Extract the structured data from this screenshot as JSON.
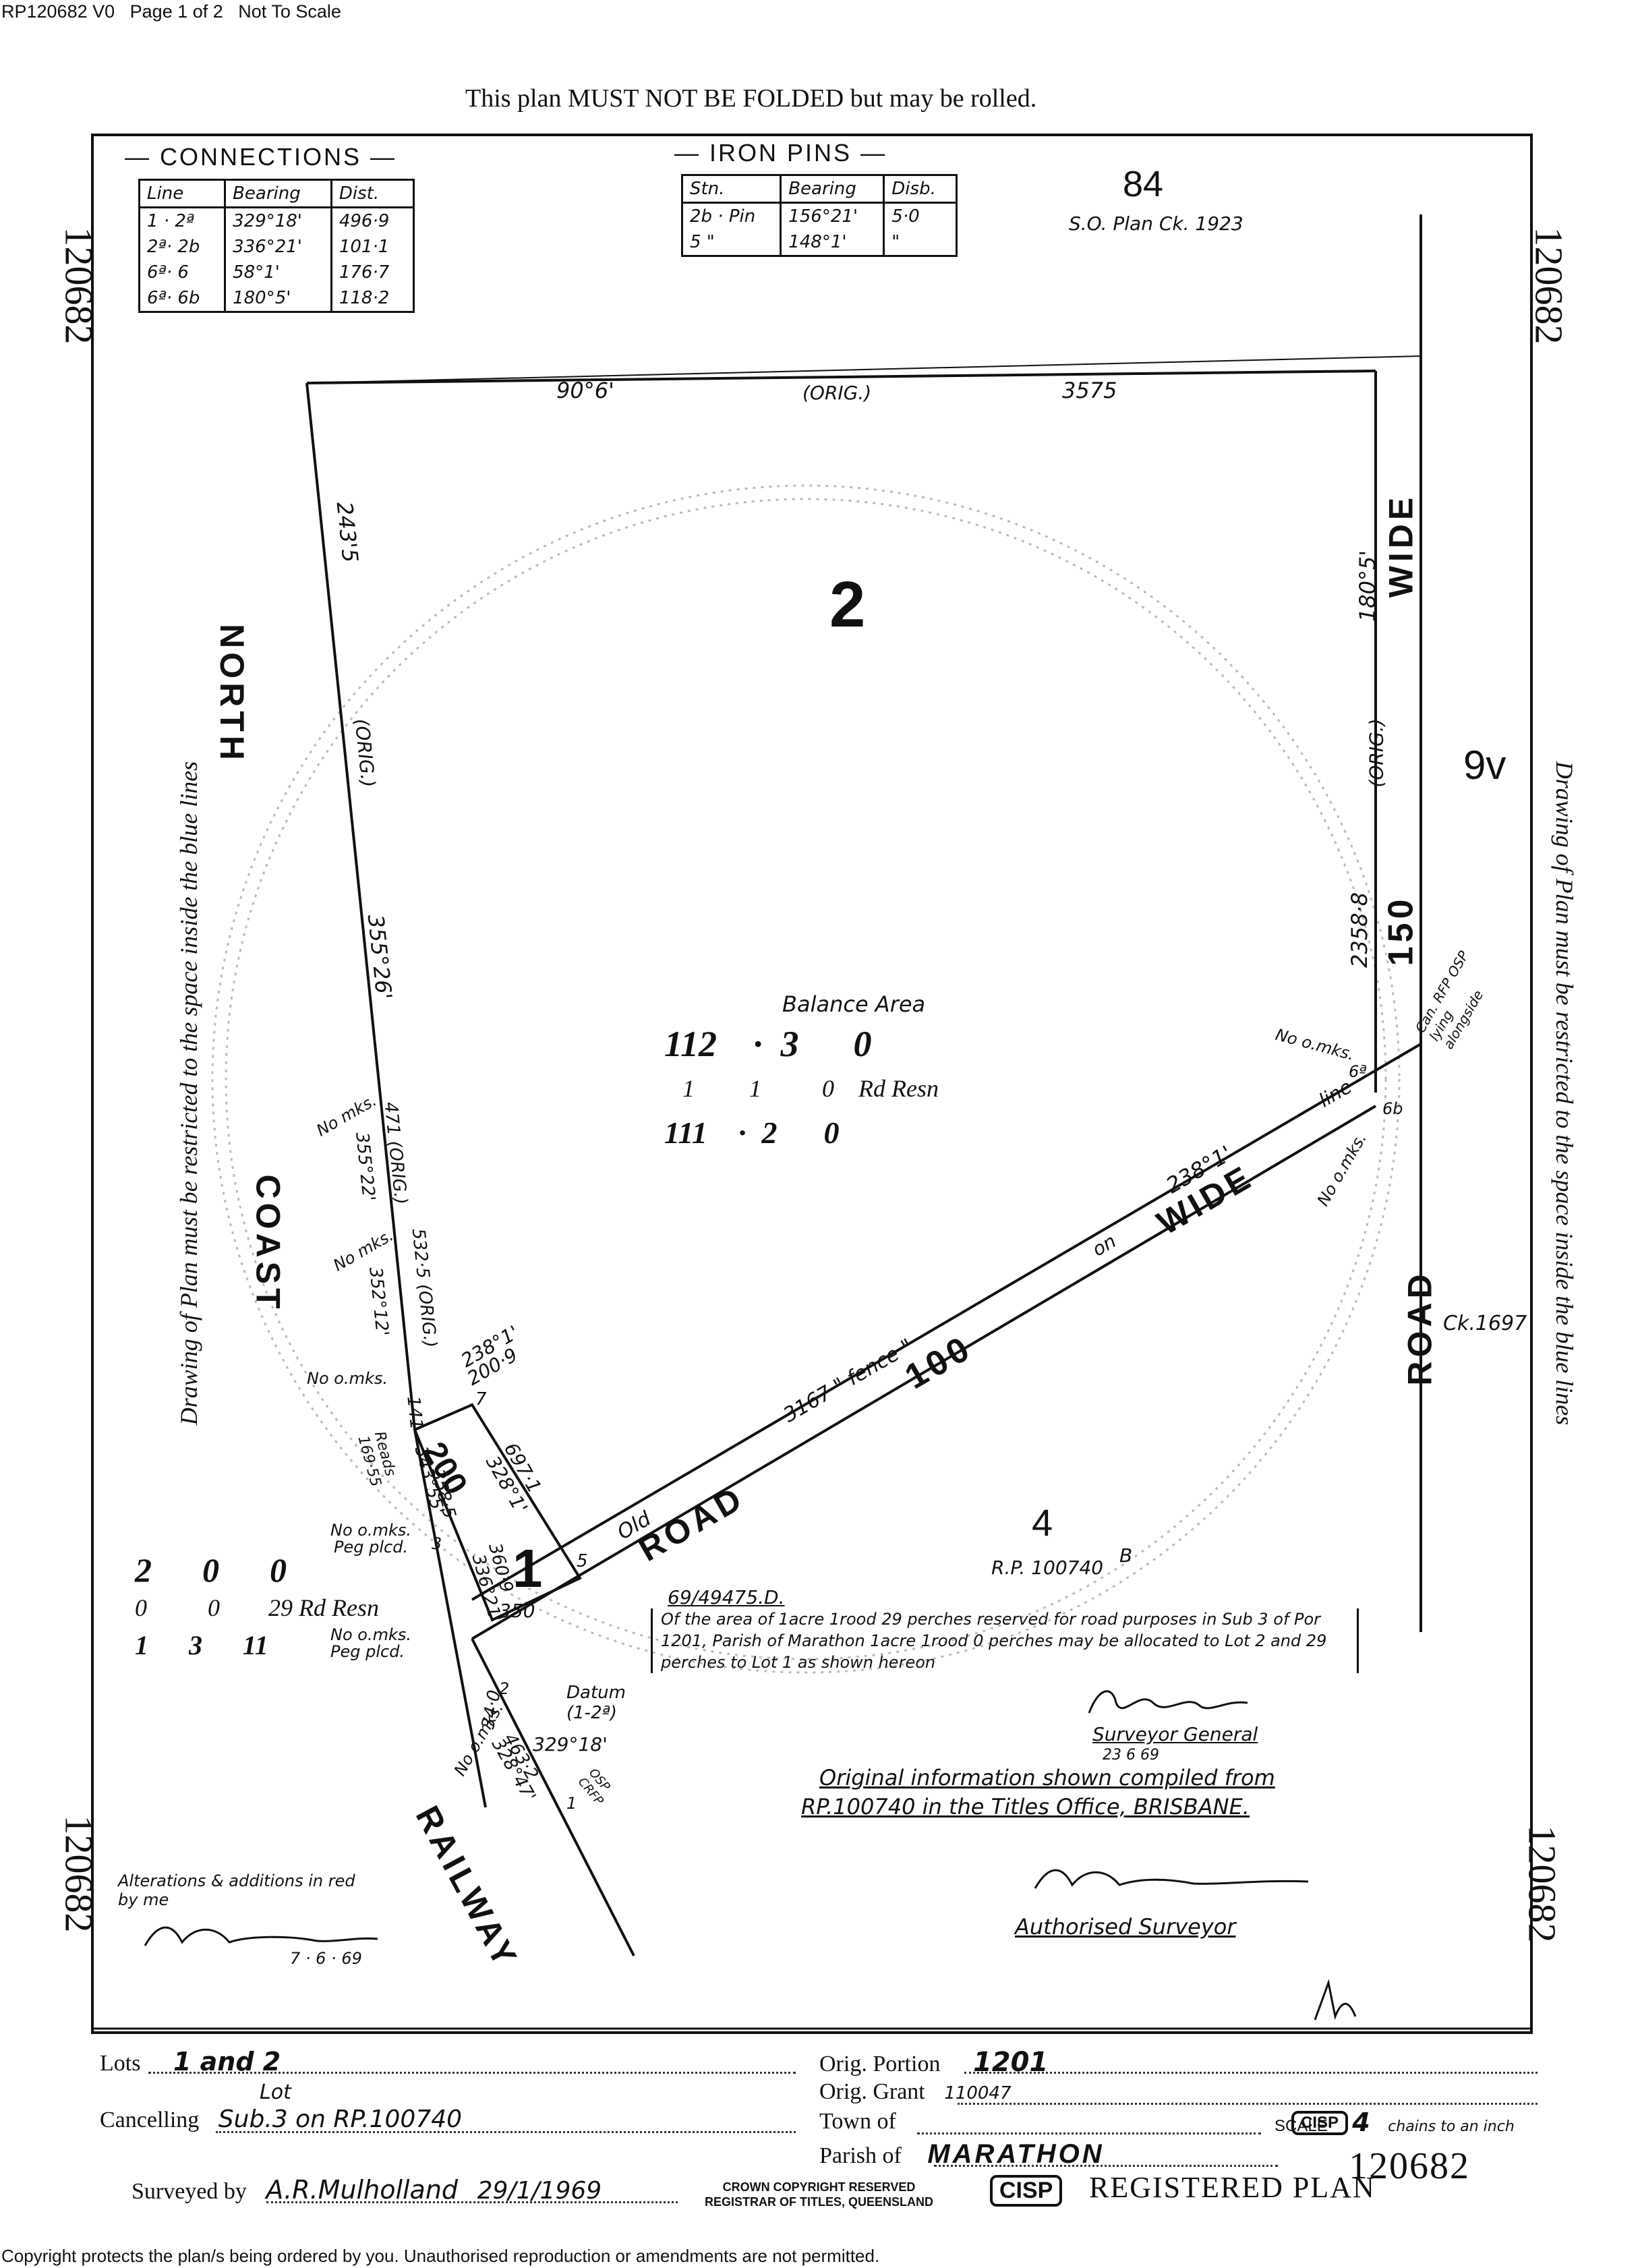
{
  "header": {
    "doc_id": "RP120682 V0",
    "page": "Page 1 of 2",
    "scale_note": "Not To Scale",
    "fold_note": "This plan MUST NOT BE FOLDED but may be rolled."
  },
  "footer": {
    "copyright": "Copyright protects the plan/s being ordered by you.  Unauthorised reproduction or amendments are not permitted."
  },
  "margins": {
    "left_note": "Drawing of Plan must be restricted to the space inside the blue lines",
    "right_note": "Drawing of Plan must be restricted to the space inside the blue lines",
    "plan_number": "120682"
  },
  "connections": {
    "title": "CONNECTIONS",
    "headers": [
      "Line",
      "Bearing",
      "Dist."
    ],
    "rows": [
      [
        "1 · 2ª",
        "329°18'",
        "496·9"
      ],
      [
        "2ª· 2b",
        "336°21'",
        "101·1"
      ],
      [
        "6ª· 6",
        "58°1'",
        "176·7"
      ],
      [
        "6ª· 6b",
        "180°5'",
        "118·2"
      ]
    ]
  },
  "iron_pins": {
    "title": "IRON PINS",
    "headers": [
      "Stn.",
      "Bearing",
      "Disb."
    ],
    "rows": [
      [
        "2b · Pin",
        "156°21'",
        "5·0"
      ],
      [
        "5   \"",
        "148°1'",
        "\""
      ]
    ]
  },
  "plan": {
    "lot_84": "84",
    "so_plan": "S.O. Plan Ck. 1923",
    "lot_2": "2",
    "lot_9v": "9v",
    "lot_4": "4",
    "rp_ref": "R.P. 100740",
    "ck_ref": "Ck.1697",
    "top_bearing": "90°6'",
    "top_orig": "(ORIG.)",
    "top_dist": "3575",
    "left_dist_1": "243'5",
    "left_orig": "(ORIG.)",
    "left_bearing_1": "355°26'",
    "right_bearing": "180°5'",
    "right_orig": "(ORIG.)",
    "right_dist": "2358·8",
    "north_road_1": "NORTH",
    "coast_road": "COAST",
    "railway": "RAILWAY",
    "road_150": "150",
    "wide_1": "WIDE",
    "road_right": "ROAD",
    "road_100": "100",
    "wide_2": "WIDE",
    "road_diag": "ROAD",
    "old": "Old",
    "fence_note": "3167  \"  fence  \"",
    "on_line": "on",
    "line_word": "line",
    "diag_bearing": "238°1'",
    "balance_title": "Balance Area",
    "balance_row1": [
      "112",
      "3",
      "0"
    ],
    "balance_row2": [
      "1",
      "1",
      "0",
      "Rd Resn"
    ],
    "balance_row3": [
      "111",
      "2",
      "0"
    ],
    "lot1_label": "1",
    "lot1_area_1": [
      "2",
      "0",
      "0"
    ],
    "lot1_area_2": [
      "0",
      "0",
      "29",
      "Rd Resn"
    ],
    "lot1_area_3": [
      "1",
      "3",
      "11"
    ],
    "lot1_200": "200",
    "dist_697": "697·1",
    "bear_328": "328°1'",
    "bear_238b": "238°1'",
    "dist_2009": "200·9",
    "dist_3585": "358·5",
    "bear_34355": "343°55'",
    "dist_3609": "360·9",
    "bear_33621": "336°21'",
    "dist_350": "350",
    "dist_4712": "471 (ORIG.)",
    "bear_35522": "355°22'",
    "dist_5325": "532·5 (ORIG.)",
    "bear_35212": "352°12'",
    "dist_141": "141",
    "reads": "Reads 169·55",
    "no_mks_1": "No mks.",
    "no_mks_2": "No mks.",
    "no_omks_1": "No o.mks.",
    "no_omks_2": "No o.mks.",
    "no_omks_3": "No o.mks.",
    "no_omks_4": "No o.mks.",
    "no_omks_5": "No o.mks.",
    "no_omks_6": "No o.mks.",
    "peg_plcd_1": "Peg plcd.",
    "peg_plcd_2": "Peg plcd.",
    "datum": "Datum (1-2ª)",
    "datum_bearing": "329°18'",
    "dist_340": "34·0",
    "dist_4632": "463·2",
    "bear_32847": "328°47'",
    "osp_note": "OSP CRFP",
    "can_rfp": "Can. RFP OSP lying alongside",
    "stn_5": "5",
    "stn_7": "7",
    "stn_6a": "6ª",
    "stn_6b": "6b",
    "stn_1": "1",
    "stn_2": "2",
    "stn_3": "3",
    "b_mark": "B"
  },
  "notes": {
    "survey_ref": "69/49475.D.",
    "resumption": "Of the area of 1acre 1rood 29 perches reserved for road purposes in Sub 3 of Por 1201, Parish of Marathon 1acre 1rood 0 perches may be allocated to Lot 2 and 29 perches to Lot 1 as shown hereon",
    "surveyor_general": "Surveyor General",
    "sg_date": "23   6   69",
    "original_info_1": "Original information shown compiled from",
    "original_info_2": "RP.100740 in the Titles Office, BRISBANE.",
    "authorised_surveyor": "Authorised Surveyor",
    "alterations": "Alterations & additions in red by me",
    "alterations_date": "7 · 6 · 69"
  },
  "title_block": {
    "lots_label": "Lots",
    "lots_value": "1 and 2",
    "cancelling_label": "Cancelling",
    "cancelling_value": "Sub.3 on RP.100740",
    "cancelling_insert": "Lot",
    "surveyed_label": "Surveyed by",
    "surveyed_value": "A.R.Mulholland",
    "surveyed_date": "29/1/1969",
    "orig_portion_label": "Orig. Portion",
    "orig_portion_value": "1201",
    "orig_grant_label": "Orig. Grant",
    "orig_grant_value": "110047",
    "town_label": "Town of",
    "scale_label": "SCALE",
    "scale_value": "4",
    "scale_unit": "chains to an inch",
    "parish_label": "Parish of",
    "parish_value": "MARATHON",
    "crown_1": "CROWN COPYRIGHT RESERVED",
    "crown_2": "REGISTRAR OF TITLES, QUEENSLAND",
    "cisp": "CISP",
    "registered": "REGISTERED PLAN",
    "plan_no": "120682"
  }
}
